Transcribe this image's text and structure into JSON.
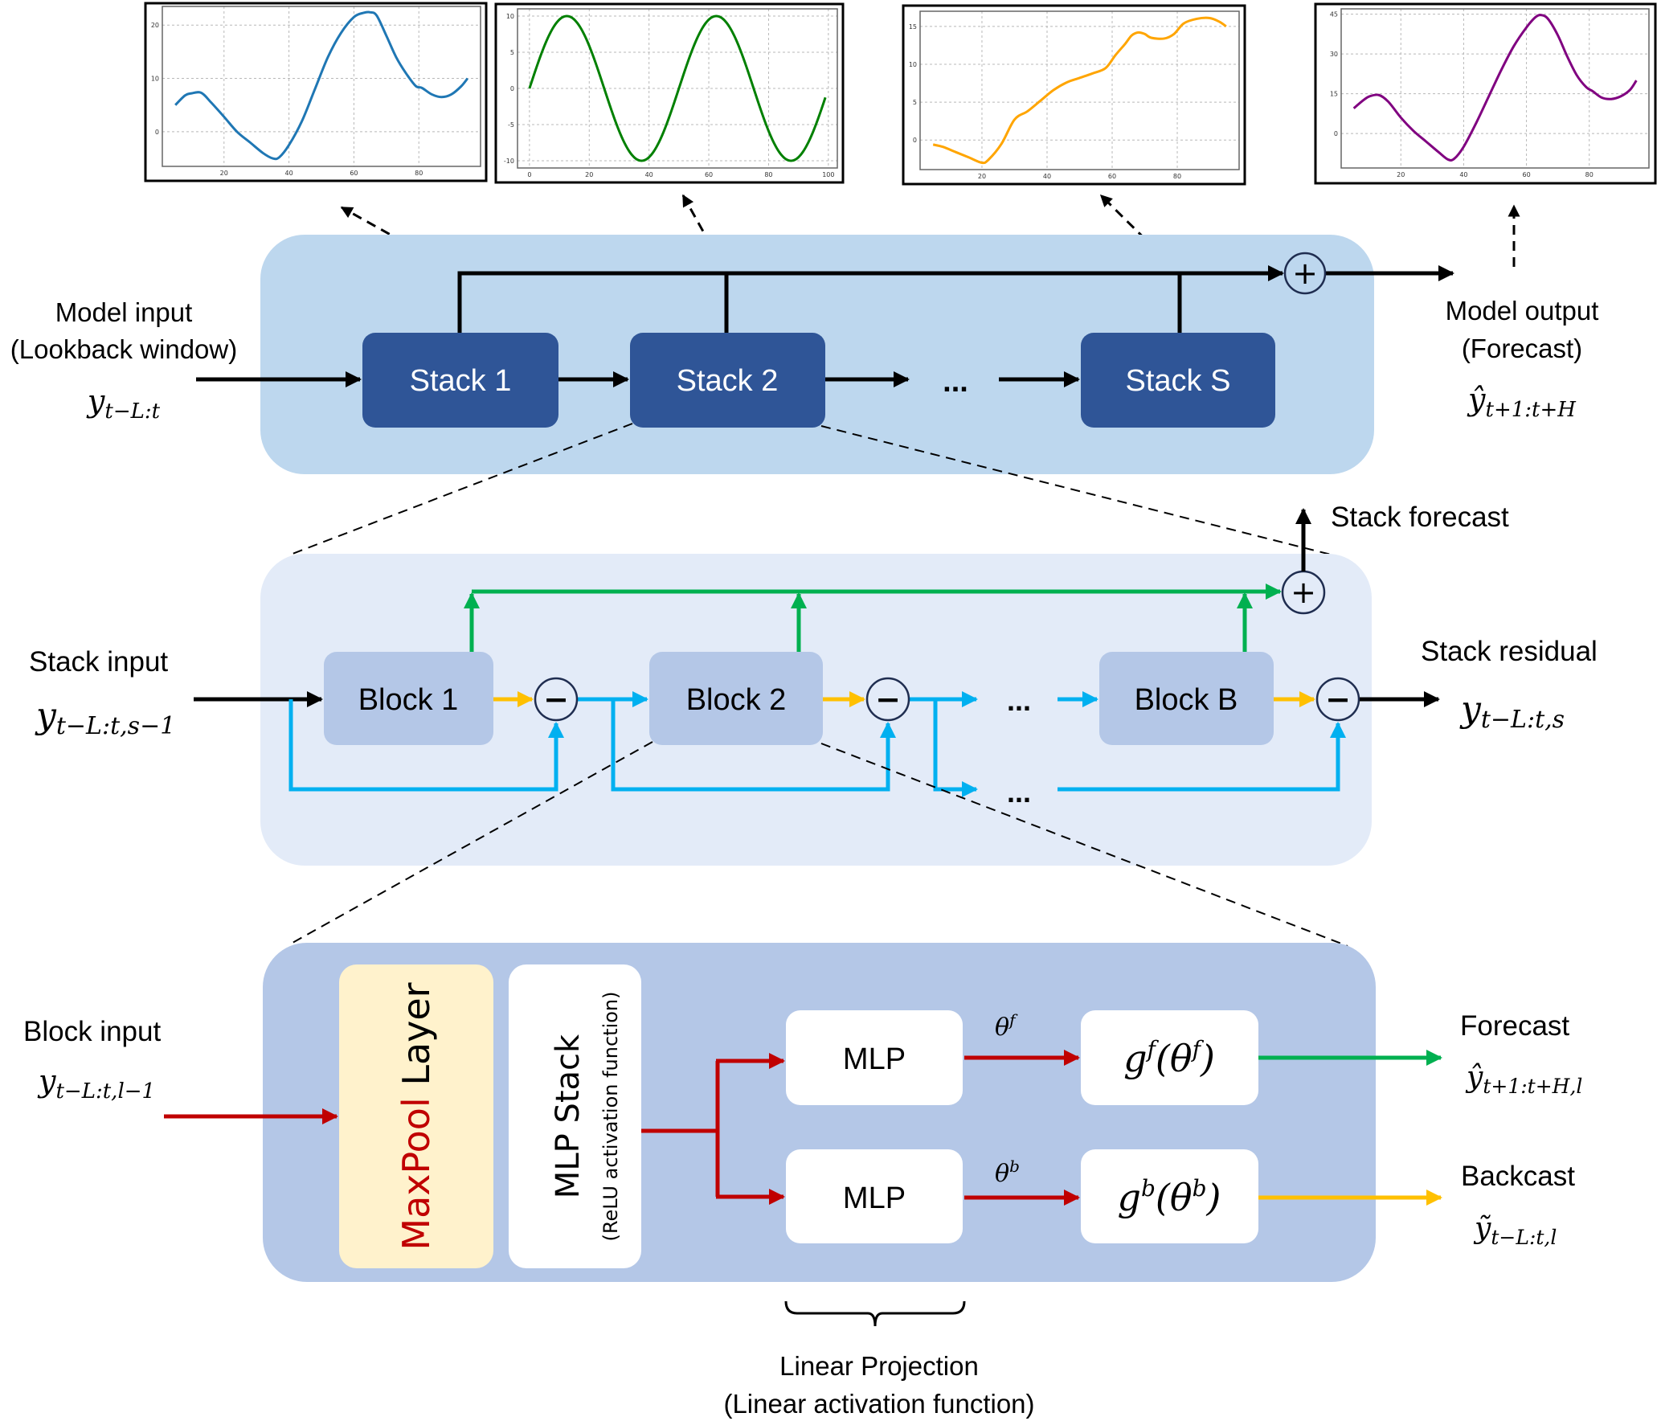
{
  "colors": {
    "top_panel": "#bdd7ee",
    "mid_panel": "#e3ebf8",
    "bottom_panel": "#b4c7e7",
    "stack_box": "#2f5597",
    "block_box": "#b4c7e7",
    "maxpool_box": "#fff2cc",
    "white_box": "#ffffff",
    "green": "#00b050",
    "yellow": "#ffc000",
    "blue": "#00b0f0",
    "red": "#c00000",
    "black": "#000000",
    "circle_border": "#1f2d50"
  },
  "model": {
    "input_label": "Model input",
    "input_sub": "(Lookback window)",
    "input_math": "y",
    "input_math_sub": "t−L:t",
    "output_label": "Model output",
    "output_sub": "(Forecast)",
    "output_math": "ŷ",
    "output_math_sub": "t+1:t+H",
    "stacks": [
      "Stack 1",
      "Stack 2",
      "Stack S"
    ],
    "ellipsis": "...",
    "plus": "+"
  },
  "stack": {
    "input_label": "Stack input",
    "input_math": "y",
    "input_math_sub": "t−L:t,s−1",
    "forecast_label": "Stack forecast",
    "residual_label": "Stack residual",
    "residual_math": "y",
    "residual_math_sub": "t−L:t,s",
    "blocks": [
      "Block 1",
      "Block 2",
      "Block B"
    ],
    "ellipsis": "...",
    "minus": "−",
    "plus": "+"
  },
  "block": {
    "input_label": "Block input",
    "input_math": "y",
    "input_math_sub": "t−L:t,l−1",
    "maxpool_word": "MaxPool",
    "maxpool_layer": " Layer",
    "mlp_stack": "MLP Stack",
    "mlp_stack_sub": "(ReLU activation function)",
    "mlp": "MLP",
    "theta_f": "θ",
    "theta_f_sup": "f",
    "theta_b": "θ",
    "theta_b_sup": "b",
    "g_f": "g",
    "g_f_sup": "f",
    "g_f_arg": "(θ",
    "g_f_arg_sup": "f",
    "g_b": "g",
    "g_b_sup": "b",
    "g_b_arg": "(θ",
    "g_b_arg_sup": "b",
    "close_paren": ")",
    "forecast_label": "Forecast",
    "forecast_math": "ŷ",
    "forecast_math_sub": "t+1:t+H,l",
    "backcast_label": "Backcast",
    "backcast_math": "ỹ",
    "backcast_math_sub": "t−L:t,l",
    "linear_proj": "Linear Projection",
    "linear_proj_sub": "(Linear activation function)"
  },
  "chart_data": [
    {
      "type": "line",
      "title": "",
      "color": "#1f77b4",
      "x_ticks": [
        20,
        40,
        60,
        80
      ],
      "y_ticks": [
        0,
        10,
        20
      ],
      "xlim": [
        1,
        99
      ],
      "ylim": [
        -6.5,
        23.5
      ],
      "grid": true,
      "x": [
        5,
        8,
        10,
        13,
        16,
        20,
        24,
        28,
        32,
        35,
        37,
        40,
        44,
        48,
        52,
        56,
        60,
        63,
        65,
        67,
        70,
        73,
        76,
        79,
        81,
        84,
        87,
        90,
        93,
        95
      ],
      "y": [
        5,
        6.8,
        7.2,
        7.3,
        5.5,
        2.8,
        0,
        -2,
        -4,
        -5,
        -4.8,
        -2.5,
        2,
        8,
        14,
        18.5,
        21.5,
        22.3,
        22.4,
        21.8,
        18,
        14,
        11,
        8.6,
        8.2,
        7,
        6.5,
        7,
        8.5,
        10
      ]
    },
    {
      "type": "line",
      "title": "",
      "color": "#008000",
      "x_ticks": [
        0,
        20,
        40,
        60,
        80,
        100
      ],
      "y_ticks": [
        -10,
        -5,
        0,
        5,
        10
      ],
      "xlim": [
        -4,
        103
      ],
      "ylim": [
        -11,
        11
      ],
      "grid": true,
      "function": "10*sin(2*pi*x/50)",
      "x_range": [
        0,
        99
      ]
    },
    {
      "type": "line",
      "title": "",
      "color": "#ffa500",
      "x_ticks": [
        20,
        40,
        60,
        80
      ],
      "y_ticks": [
        0,
        5,
        10,
        15
      ],
      "xlim": [
        1,
        99
      ],
      "ylim": [
        -3.9,
        17
      ],
      "grid": true,
      "x": [
        5,
        8,
        12,
        16,
        20,
        22,
        26,
        30,
        34,
        38,
        42,
        46,
        50,
        54,
        58,
        61,
        64,
        66,
        68,
        70,
        72,
        76,
        79,
        82,
        86,
        90,
        93,
        95
      ],
      "y": [
        -0.6,
        -0.9,
        -1.6,
        -2.3,
        -3,
        -2.6,
        -0.5,
        2.7,
        3.8,
        5.2,
        6.6,
        7.6,
        8.2,
        8.8,
        9.5,
        11.2,
        12.7,
        13.8,
        14.2,
        14,
        13.5,
        13.4,
        14,
        15.4,
        16,
        16.1,
        15.6,
        15
      ]
    },
    {
      "type": "line",
      "title": "",
      "color": "#800080",
      "x_ticks": [
        20,
        40,
        60,
        80
      ],
      "y_ticks": [
        0,
        15,
        30,
        45
      ],
      "xlim": [
        1,
        99
      ],
      "ylim": [
        -13,
        47
      ],
      "grid": true,
      "x": [
        5,
        8,
        10,
        13,
        16,
        20,
        24,
        28,
        32,
        35,
        37,
        40,
        44,
        48,
        52,
        56,
        60,
        63,
        65,
        67,
        70,
        73,
        76,
        79,
        81,
        84,
        87,
        90,
        93,
        95
      ],
      "y": [
        9.5,
        12.5,
        14,
        14.5,
        12,
        6,
        1,
        -3,
        -7,
        -9.8,
        -9.5,
        -5,
        4,
        14,
        24,
        33,
        40,
        44,
        44.6,
        43,
        37,
        29,
        22,
        17.5,
        16,
        13.5,
        13,
        14,
        16.5,
        20
      ]
    }
  ]
}
